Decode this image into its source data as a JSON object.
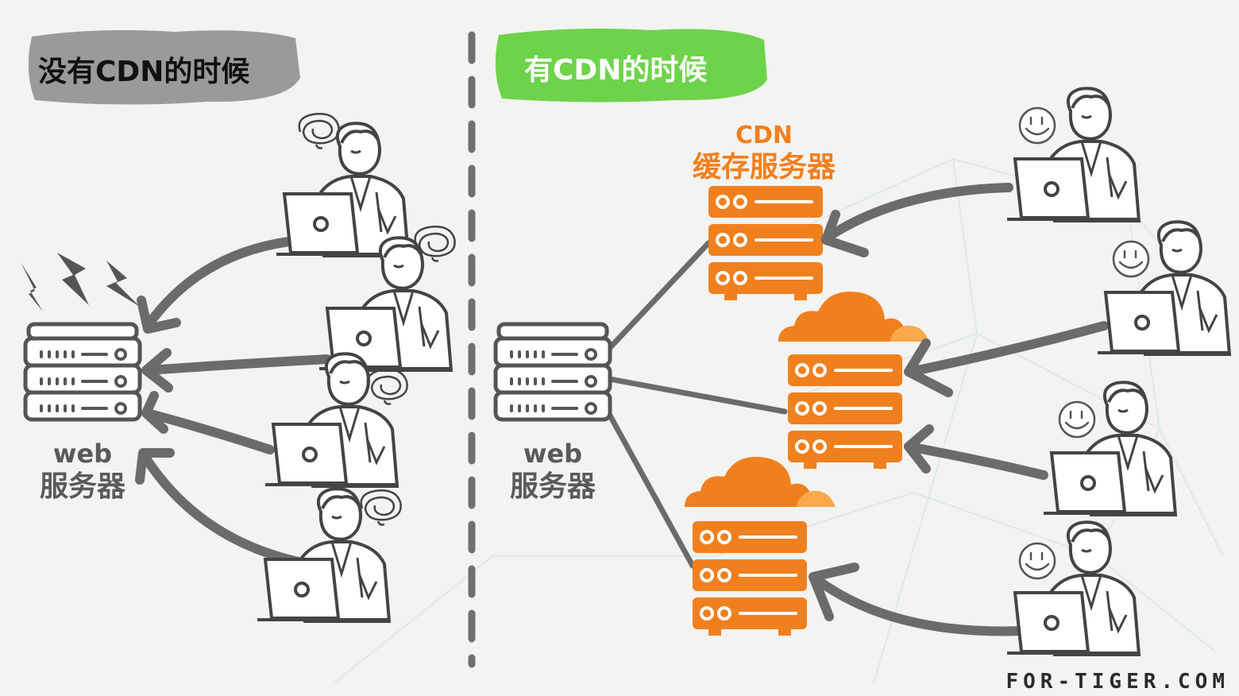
{
  "left_panel": {
    "title": "没有CDN的时候",
    "title_bg_color": "#9a9a9a",
    "server_label_line1": "web",
    "server_label_line2": "服务器",
    "user_count": 4,
    "user_mood_icon": "scribble-stress-icon"
  },
  "right_panel": {
    "title": "有CDN的时候",
    "title_bg_color": "#6dd34a",
    "cdn_label_line1": "CDN",
    "cdn_label_line2": "缓存服务器",
    "server_label_line1": "web",
    "server_label_line2": "服务器",
    "user_count": 4,
    "user_mood_icon": "smiley-icon"
  },
  "watermark": "FOR-TIGER.COM",
  "colors": {
    "accent_orange": "#f0801e",
    "line_gray": "#6b6b6b",
    "divider": "#707070"
  }
}
